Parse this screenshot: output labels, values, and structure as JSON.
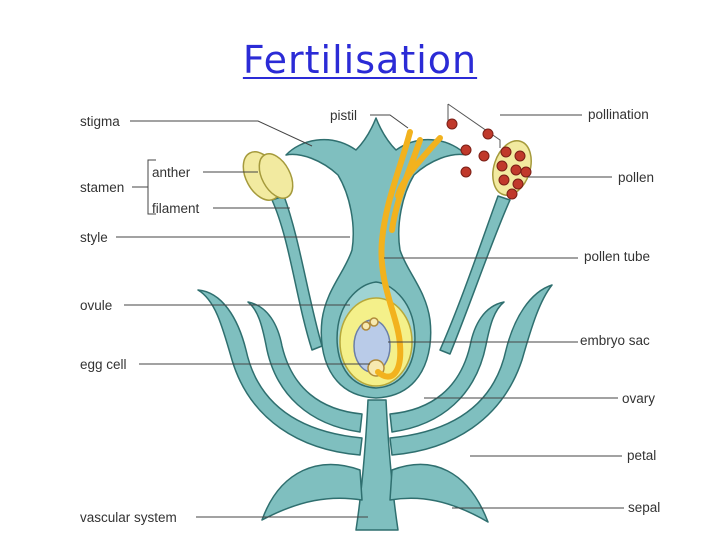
{
  "title": "Fertilisation",
  "labels": {
    "stigma": "stigma",
    "stamen": "stamen",
    "anther": "anther",
    "filament": "filament",
    "style": "style",
    "ovule": "ovule",
    "egg_cell": "egg cell",
    "vascular_system": "vascular system",
    "pistil": "pistil",
    "pollination": "pollination",
    "pollen": "pollen",
    "pollen_tube": "pollen tube",
    "embryo_sac": "embryo sac",
    "ovary": "ovary",
    "petal": "petal",
    "sepal": "sepal"
  },
  "colors": {
    "title": "#2b2bd6",
    "tissue": "#7fbfbf",
    "tissue_outline": "#2f6f6f",
    "tube": "#f2b21e",
    "ovule": "#f4f08a",
    "embryo_sac": "#b9cbe8",
    "pollen_grain": "#c0392b",
    "anther": "#f2eaa0"
  }
}
